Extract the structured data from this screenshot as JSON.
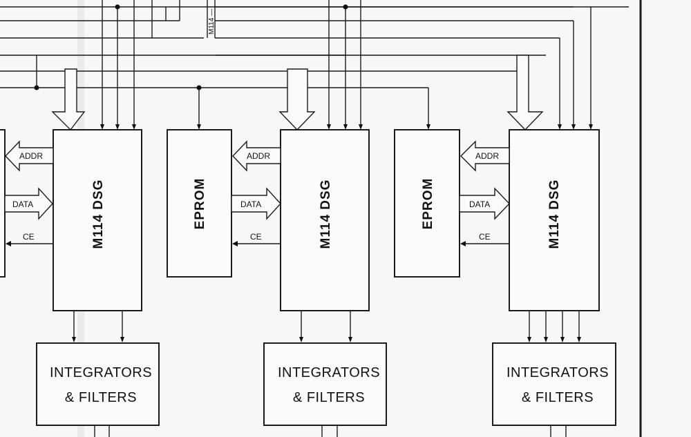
{
  "bus_label": "M114 —",
  "dsg_label": "M114 DSG",
  "eprom_label": "EPROM",
  "addr_label": "ADDR",
  "data_label": "DATA",
  "ce_label": "CE",
  "integrators_line1": "INTEGRATORS",
  "integrators_line2": "& FILTERS"
}
